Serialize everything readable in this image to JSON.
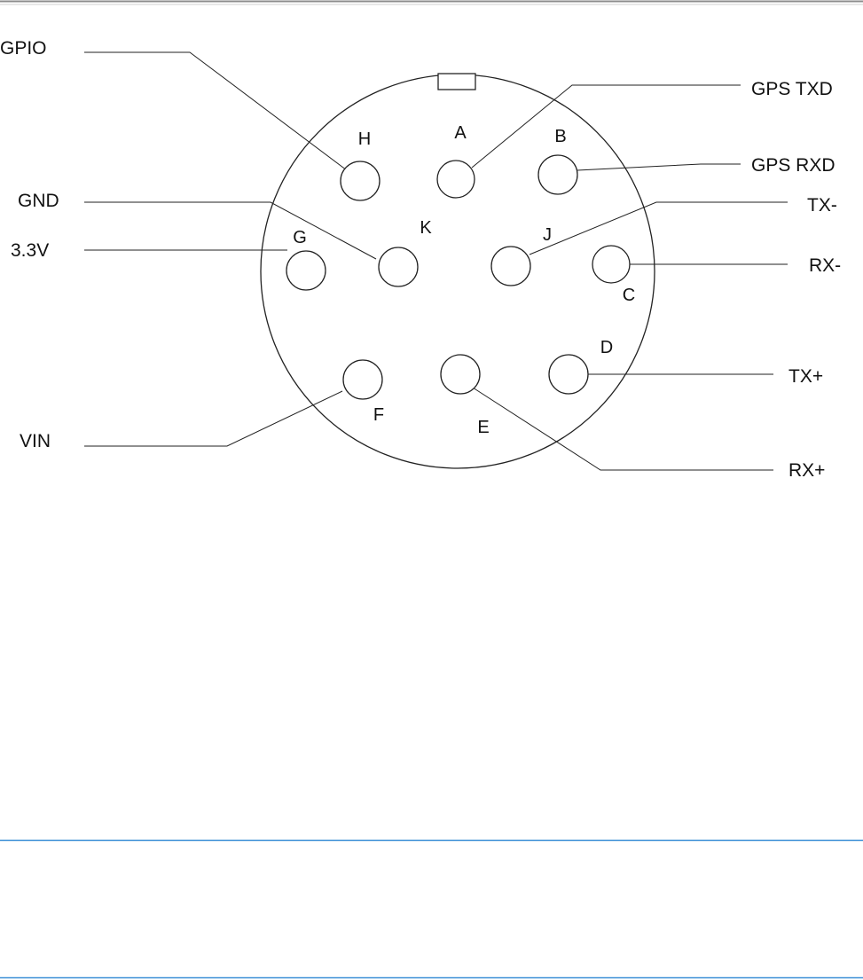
{
  "colors": {
    "top_rule": "#8c8c8c",
    "blue_rule": "#3a8fd6",
    "ink": "#222222"
  },
  "connector": {
    "pins": [
      {
        "letter": "A",
        "signal": "GPS TXD"
      },
      {
        "letter": "B",
        "signal": "GPS RXD"
      },
      {
        "letter": "C",
        "signal": "RX-"
      },
      {
        "letter": "D",
        "signal": "TX+"
      },
      {
        "letter": "E",
        "signal": "RX+"
      },
      {
        "letter": "F",
        "signal": "VIN"
      },
      {
        "letter": "G",
        "signal": "3.3V"
      },
      {
        "letter": "H",
        "signal": "GPIO"
      },
      {
        "letter": "J",
        "signal": "TX-"
      },
      {
        "letter": "K",
        "signal": "GND"
      }
    ]
  }
}
